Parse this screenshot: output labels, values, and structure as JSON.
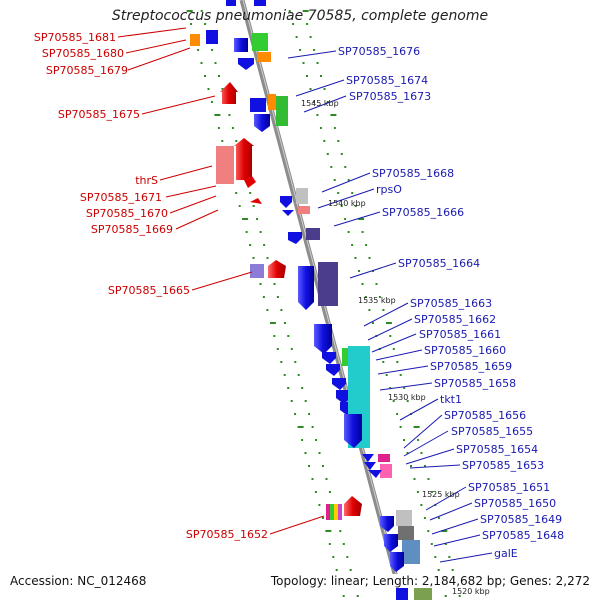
{
  "title": "Streptococcus pneumoniae 70585, complete genome",
  "footer": {
    "accession": "Accession: NC_012468",
    "stats": "Topology: linear; Length: 2,184,682 bp; Genes: 2,272"
  },
  "colors": {
    "backbone": "#8c8c8c",
    "tick": "#2e8b22",
    "label_left": "#cc0000",
    "label_right": "#1a1ab0",
    "forward_strand": "#e00000",
    "reverse_strand": "#1010e0"
  },
  "kbp_markers": [
    "1545 kbp",
    "1540 kbp",
    "1535 kbp",
    "1530 kbp",
    "1525 kbp",
    "1520 kbp"
  ],
  "left_labels": [
    "SP70585_1681",
    "SP70585_1680",
    "SP70585_1679",
    "SP70585_1675",
    "thrS",
    "SP70585_1671",
    "SP70585_1670",
    "SP70585_1669",
    "SP70585_1665",
    "SP70585_1652"
  ],
  "right_labels": [
    "SP70585_1676",
    "SP70585_1674",
    "SP70585_1673",
    "SP70585_1668",
    "rpsO",
    "SP70585_1666",
    "SP70585_1664",
    "SP70585_1663",
    "SP70585_1662",
    "SP70585_1661",
    "SP70585_1660",
    "SP70585_1659",
    "SP70585_1658",
    "tkt1",
    "SP70585_1656",
    "SP70585_1655",
    "SP70585_1654",
    "SP70585_1653",
    "SP70585_1651",
    "SP70585_1650",
    "SP70585_1649",
    "SP70585_1648",
    "galE"
  ]
}
